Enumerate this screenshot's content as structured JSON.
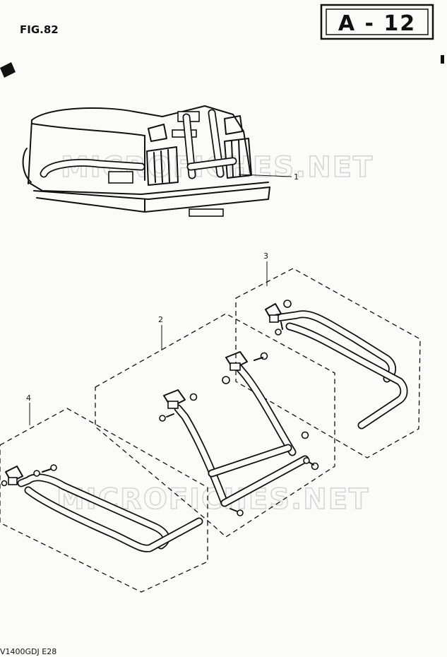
{
  "figure": {
    "label": "FIG.82"
  },
  "badge": {
    "text": "A - 12"
  },
  "watermark": {
    "text": "MICROFICHES.NET"
  },
  "callouts": [
    "1",
    "2",
    "3",
    "4"
  ],
  "footer": {
    "model": "V1400GDJ  E28"
  },
  "colors": {
    "ink": "#111111",
    "paper": "#fbfbf9",
    "watermark": "#d6d6d6"
  }
}
